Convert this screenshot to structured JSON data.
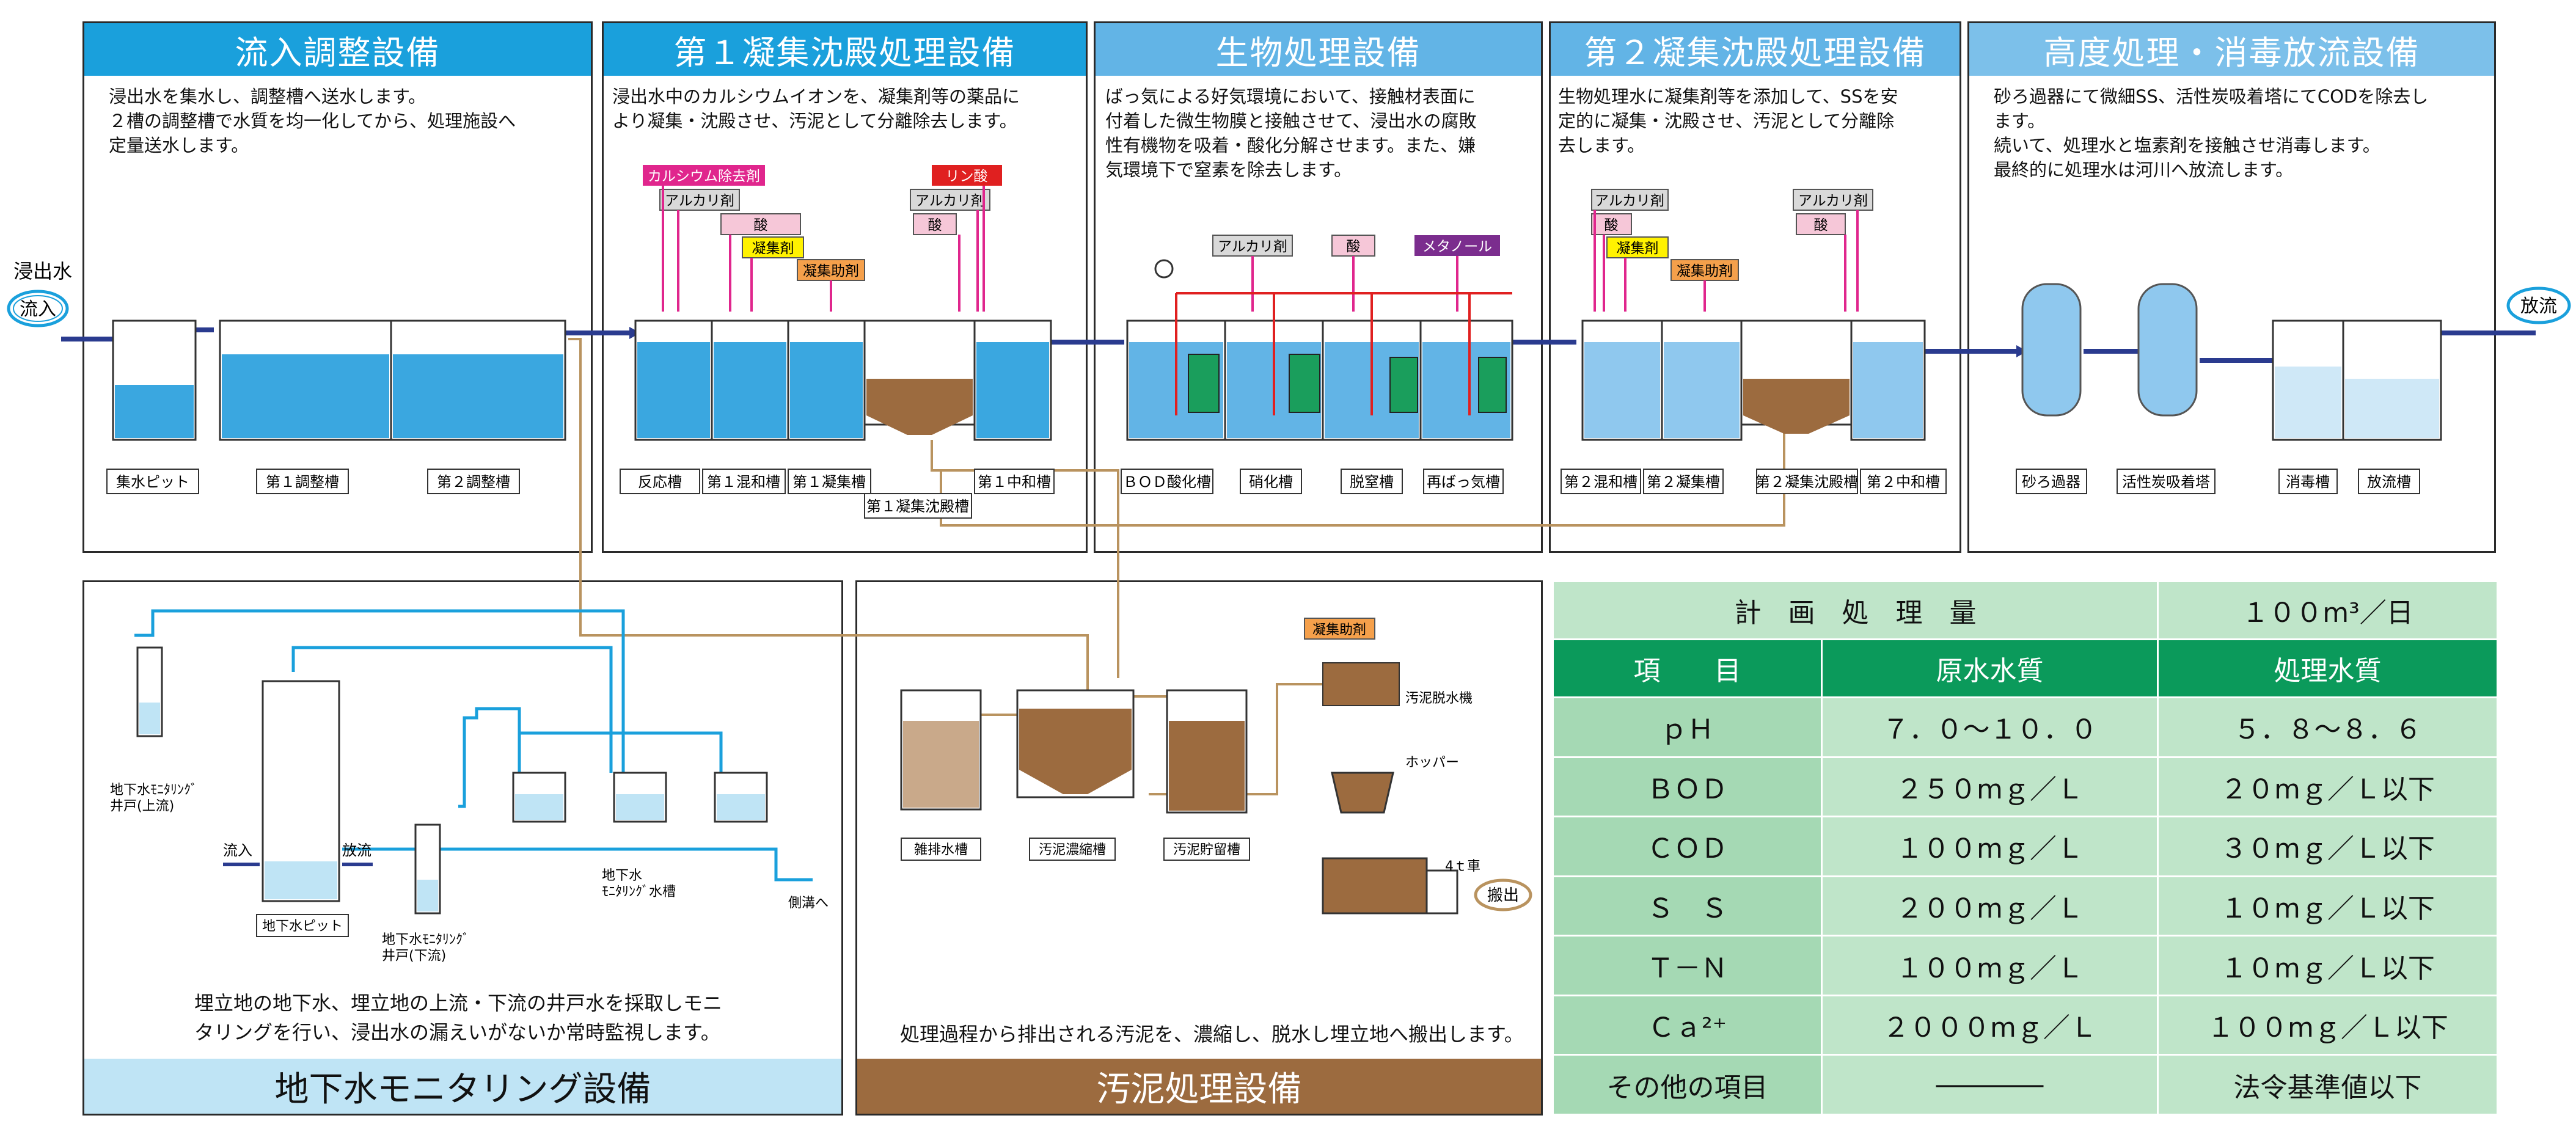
{
  "colors": {
    "title_blue": "#1aa0dc",
    "title_light": "#62b4e6",
    "water": "#3aa7e0",
    "sludge": "#9c6b3f",
    "pipe": "#2a3b8f",
    "chem": "#e0268d",
    "table_head": "#0b9a5b",
    "table_body": "#bfe5c9"
  },
  "inflow": {
    "label": "浸出水",
    "badge": "流入"
  },
  "outflow": {
    "badge": "放流"
  },
  "sections": [
    {
      "title": "流入調整設備",
      "desc": "浸出水を集水し、調整槽へ送水します。\n２槽の調整槽で水質を均一化してから、処理施設へ\n定量送水します。",
      "tanks": [
        "集水ピット",
        "第１調整槽",
        "第２調整槽"
      ]
    },
    {
      "title": "第１凝集沈殿処理設備",
      "desc": "浸出水中のカルシウムイオンを、凝集剤等の薬品に\nより凝集・沈殿させ、汚泥として分離除去します。",
      "tanks": [
        "反応槽",
        "第１混和槽",
        "第１凝集槽",
        "第１凝集沈殿槽",
        "第１中和槽"
      ],
      "chems": [
        "カルシウム除去剤",
        "アルカリ剤",
        "酸",
        "凝集剤",
        "凝集助剤",
        "リン酸",
        "アルカリ剤",
        "酸"
      ]
    },
    {
      "title": "生物処理設備",
      "desc": "ばっ気による好気環境において、接触材表面に\n付着した微生物膜と接触させて、浸出水の腐敗\n性有機物を吸着・酸化分解させます。また、嫌\n気環境下で窒素を除去します。",
      "tanks": [
        "ＢＯＤ酸化槽",
        "硝化槽",
        "脱窒槽",
        "再ばっ気槽"
      ],
      "chems": [
        "アルカリ剤",
        "酸",
        "メタノール"
      ],
      "media": "接触材"
    },
    {
      "title": "第２凝集沈殿処理設備",
      "desc": "生物処理水に凝集剤等を添加して、SSを安\n定的に凝集・沈殿させ、汚泥として分離除\n去します。",
      "tanks": [
        "第２混和槽",
        "第２凝集槽",
        "第２凝集沈殿槽",
        "第２中和槽"
      ],
      "chems": [
        "アルカリ剤",
        "酸",
        "凝集剤",
        "凝集助剤",
        "アルカリ剤",
        "酸"
      ]
    },
    {
      "title": "高度処理・消毒放流設備",
      "desc": "砂ろ過器にて微細SS、活性炭吸着塔にてCODを除去し\nます。\n続いて、処理水と塩素剤を接触させ消毒します。\n最終的に処理水は河川へ放流します。",
      "tanks": [
        "砂ろ過器",
        "活性炭吸着塔",
        "消毒槽",
        "放流槽"
      ]
    }
  ],
  "monitoring": {
    "title": "地下水モニタリング設備",
    "desc": "埋立地の地下水、埋立地の上流・下流の井戸水を採取しモニ\nタリングを行い、浸出水の漏えいがないか常時監視します。",
    "labels": {
      "well_up": "地下水ﾓﾆﾀﾘﾝｸﾞ\n井戸(上流)",
      "inflow": "流入",
      "outflow": "放流",
      "pit": "地下水ピット",
      "well_down": "地下水ﾓﾆﾀﾘﾝｸﾞ\n井戸(下流)",
      "tank": "地下水\nﾓﾆﾀﾘﾝｸﾞ水槽",
      "drain": "側溝へ"
    }
  },
  "sludge": {
    "title": "汚泥処理設備",
    "desc": "処理過程から排出される汚泥を、濃縮し、脱水し埋立地へ搬出します。",
    "labels": {
      "t1": "雑排水槽",
      "t2": "汚泥濃縮槽",
      "t3": "汚泥貯留槽",
      "chem": "凝集助剤",
      "press": "汚泥脱水機",
      "hopper": "ホッパー",
      "truck": "4ｔ車",
      "out": "搬出"
    }
  },
  "table": {
    "capacity_label": "計　画　処　理　量",
    "capacity_value": "１００m³／日",
    "col_item": "項　　目",
    "col_raw": "原水水質",
    "col_treated": "処理水質",
    "rows": [
      {
        "item": "ｐＨ",
        "raw": "７．０～１０．０",
        "treated": "５．８～８．６"
      },
      {
        "item": "ＢＯＤ",
        "raw": "２５０mｇ／Ｌ",
        "treated": "２０mｇ／Ｌ以下"
      },
      {
        "item": "ＣＯＤ",
        "raw": "１００mｇ／Ｌ",
        "treated": "３０mｇ／Ｌ以下"
      },
      {
        "item": "Ｓ　Ｓ",
        "raw": "２００mｇ／Ｌ",
        "treated": "１０mｇ／Ｌ以下"
      },
      {
        "item": "Ｔ－Ｎ",
        "raw": "１００mｇ／Ｌ",
        "treated": "１０mｇ／Ｌ以下"
      },
      {
        "item": "Ｃａ²⁺",
        "raw": "２０００mｇ／Ｌ",
        "treated": "１００mｇ／Ｌ以下"
      },
      {
        "item": "その他の項目",
        "raw": "――――",
        "treated": "法令基準値以下"
      }
    ]
  }
}
